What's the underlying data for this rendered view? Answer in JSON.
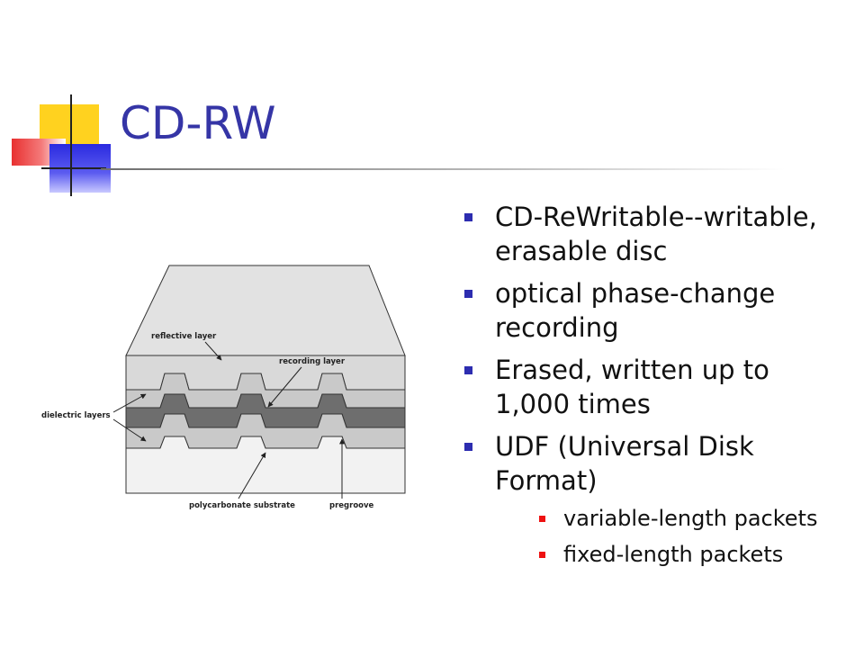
{
  "slide": {
    "title": "CD-RW",
    "bullets": [
      {
        "text": "CD-ReWritable--writable, erasable disc"
      },
      {
        "text": "optical phase-change recording"
      },
      {
        "text": "Erased, written up to 1,000 times"
      },
      {
        "text": "UDF (Universal Disk Format)",
        "sub_bullets": [
          "variable-length packets",
          "fixed-length packets"
        ]
      }
    ]
  },
  "figure": {
    "labels": {
      "reflective": "reflective layer",
      "recording": "recording layer",
      "dielectric": "dielectric layers",
      "substrate": "polycarbonate substrate",
      "pregroove": "pregroove"
    },
    "colors": {
      "reflective": "#d9d9d9",
      "dielectric": "#c9c9c9",
      "recording": "#6e6e6e",
      "substrate": "#f2f2f2",
      "outline": "#333333"
    }
  }
}
